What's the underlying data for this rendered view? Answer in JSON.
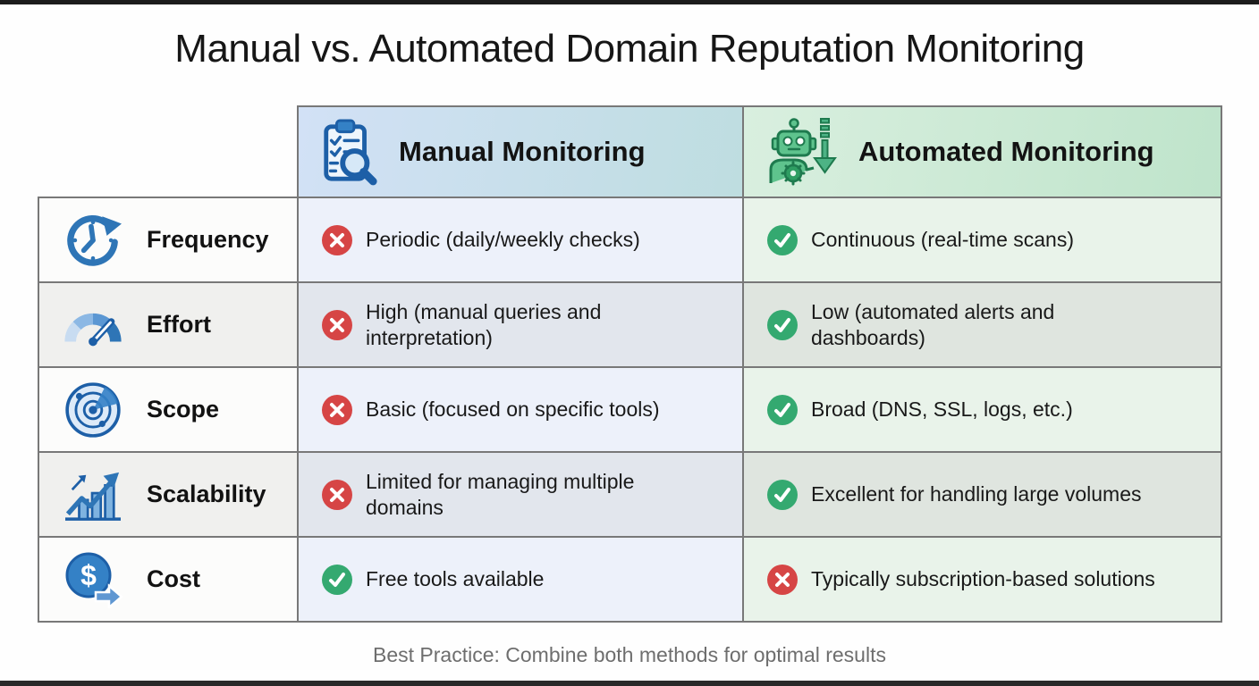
{
  "page": {
    "title": "Manual vs. Automated Domain Reputation Monitoring",
    "footer": "Best Practice: Combine both methods for optimal results"
  },
  "columns": {
    "manual": {
      "label": "Manual Monitoring",
      "icon": "clipboard-search-icon"
    },
    "automated": {
      "label": "Automated Monitoring",
      "icon": "robot-download-icon"
    }
  },
  "rows": [
    {
      "criterion": "Frequency",
      "icon": "clock-history-icon",
      "manual": {
        "status": "negative",
        "text": "Periodic (daily/weekly checks)"
      },
      "automated": {
        "status": "positive",
        "text": "Continuous (real-time scans)"
      }
    },
    {
      "criterion": "Effort",
      "icon": "gauge-icon",
      "manual": {
        "status": "negative",
        "text": "High (manual queries and interpretation)"
      },
      "automated": {
        "status": "positive",
        "text": "Low (automated alerts and dashboards)"
      }
    },
    {
      "criterion": "Scope",
      "icon": "radar-icon",
      "manual": {
        "status": "negative",
        "text": "Basic (focused on specific tools)"
      },
      "automated": {
        "status": "positive",
        "text": "Broad (DNS, SSL, logs, etc.)"
      }
    },
    {
      "criterion": "Scalability",
      "icon": "growth-chart-icon",
      "manual": {
        "status": "negative",
        "text": "Limited for managing multiple domains"
      },
      "automated": {
        "status": "positive",
        "text": "Excellent for handling large volumes"
      }
    },
    {
      "criterion": "Cost",
      "icon": "dollar-transfer-icon",
      "manual": {
        "status": "positive",
        "text": "Free tools available"
      },
      "automated": {
        "status": "negative",
        "text": "Typically subscription-based solutions"
      }
    }
  ],
  "icons": {
    "dollar_glyph": "$"
  },
  "colors": {
    "accent_blue": "#2e75b6",
    "accent_green": "#34a970",
    "negative_red": "#d64545",
    "border_gray": "#787878",
    "manual_header_gradient": [
      "#d2e1f6",
      "#bedde0"
    ],
    "automated_header_gradient": [
      "#d9efdf",
      "#bfe4cb"
    ],
    "manual_cell": [
      "#edf1fa",
      "#e2e6ed"
    ],
    "automated_cell": [
      "#e9f3ea",
      "#dfe5df"
    ]
  }
}
